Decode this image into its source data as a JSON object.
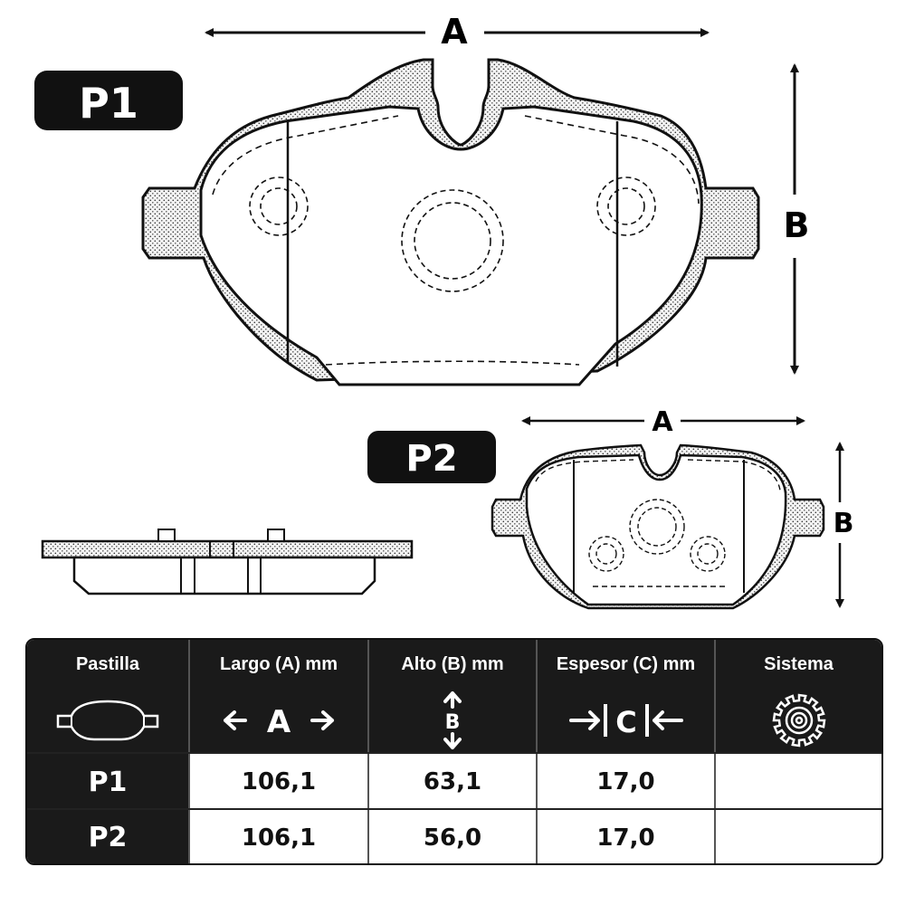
{
  "diagram": {
    "dim_a": "A",
    "dim_b": "B",
    "badge_p1": "P1",
    "badge_p2": "P2"
  },
  "table": {
    "headers": [
      "Pastilla",
      "Largo (A) mm",
      "Alto (B) mm",
      "Espesor (C) mm",
      "Sistema"
    ],
    "icons": {
      "pastilla": "brake-pad-icon",
      "largo_letter": "A",
      "alto_letter": "B",
      "espesor_letter": "C",
      "sistema": "gear-icon"
    },
    "rows": [
      {
        "label": "P1",
        "largo": "106,1",
        "alto": "63,1",
        "espesor": "17,0",
        "sistema": ""
      },
      {
        "label": "P2",
        "largo": "106,1",
        "alto": "56,0",
        "espesor": "17,0",
        "sistema": ""
      }
    ]
  },
  "colors": {
    "ink": "#111111",
    "header_bg": "#1a1a1a",
    "badge_bg": "#111111"
  }
}
